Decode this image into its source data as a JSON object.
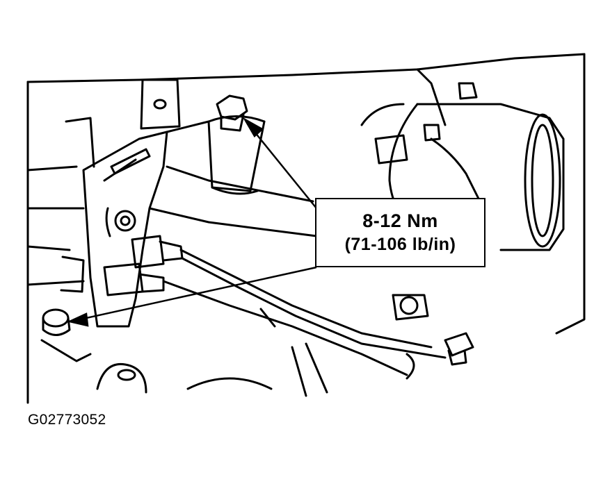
{
  "callout": {
    "torque_nm": "8-12 Nm",
    "torque_lbin": "(71-106 lb/in)"
  },
  "figure_id": "G02773052"
}
